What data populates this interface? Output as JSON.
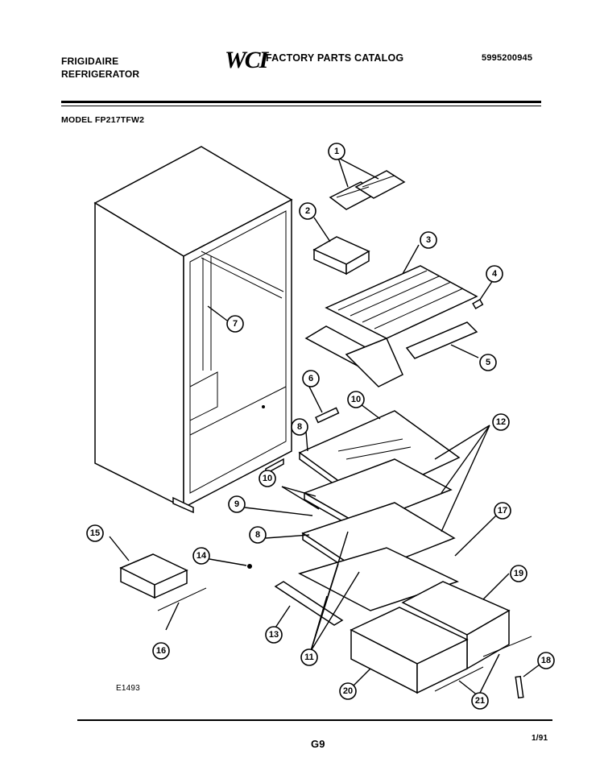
{
  "header": {
    "brand_line1": "FRIGIDAIRE",
    "brand_line2": "REFRIGERATOR",
    "logo": "WCI",
    "catalog_title": "FACTORY PARTS CATALOG",
    "catalog_number": "5995200945"
  },
  "model_label": "MODEL FP217TFW2",
  "drawing_code": "E1493",
  "footer": {
    "page_code": "G9",
    "date_code": "1/91"
  },
  "callouts": [
    "1",
    "2",
    "3",
    "4",
    "5",
    "6",
    "7",
    "8",
    "9",
    "10",
    "11",
    "12",
    "13",
    "14",
    "15",
    "16",
    "17",
    "18",
    "19",
    "20",
    "21"
  ]
}
